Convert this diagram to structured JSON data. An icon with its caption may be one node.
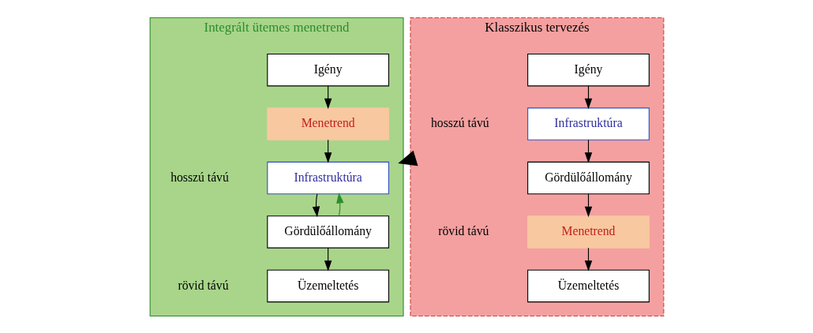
{
  "diagram": {
    "nodes": [
      {
        "text": [
          "Klasszikus tervezés"
        ]
      },
      {
        "text": [
          "Igény"
        ],
        "in": 0
      },
      {
        "text": [
          "Infrastruktúra"
        ],
        "in": 0
      },
      {
        "text": [
          "Gördülőállomány"
        ],
        "in": 0
      },
      {
        "text": [
          "Menetrend"
        ],
        "in": 0
      },
      {
        "text": [
          "Üzemeltetés"
        ],
        "in": 0
      },
      {
        "text": [
          "Integrált ütemes menetrend"
        ]
      },
      {
        "text": [
          "Igény"
        ],
        "in": 6
      },
      {
        "text": [
          "Menetrend"
        ],
        "in": 6
      },
      {
        "text": [
          "Infrastruktúra"
        ],
        "in": 6
      },
      {
        "text": [
          "Gördülőállomány"
        ],
        "in": 6
      },
      {
        "text": [
          "Üzemeltetés"
        ],
        "in": 6
      }
    ],
    "edges": [
      {
        "from": 1,
        "to": 2,
        "arrow": "to"
      },
      {
        "from": 2,
        "to": 3,
        "arrow": "to"
      },
      {
        "from": 3,
        "to": 4,
        "arrow": "to"
      },
      {
        "from": 4,
        "to": 5,
        "arrow": "to"
      },
      {
        "from": 0,
        "to": 6,
        "arrow": "to",
        "style": "thick"
      },
      {
        "from": 7,
        "to": 8,
        "arrow": "to"
      },
      {
        "from": 8,
        "to": 9,
        "arrow": "to"
      },
      {
        "from": 9,
        "to": 10,
        "arrow": "to"
      },
      {
        "from": 10,
        "to": 11,
        "arrow": "to"
      },
      {
        "from": 10,
        "to": 9,
        "arrow": "to",
        "color": "#2e8b2e"
      }
    ],
    "labels": [
      "hosszú távú",
      "rövid távú",
      "hosszú távú",
      "rövid távú"
    ]
  }
}
